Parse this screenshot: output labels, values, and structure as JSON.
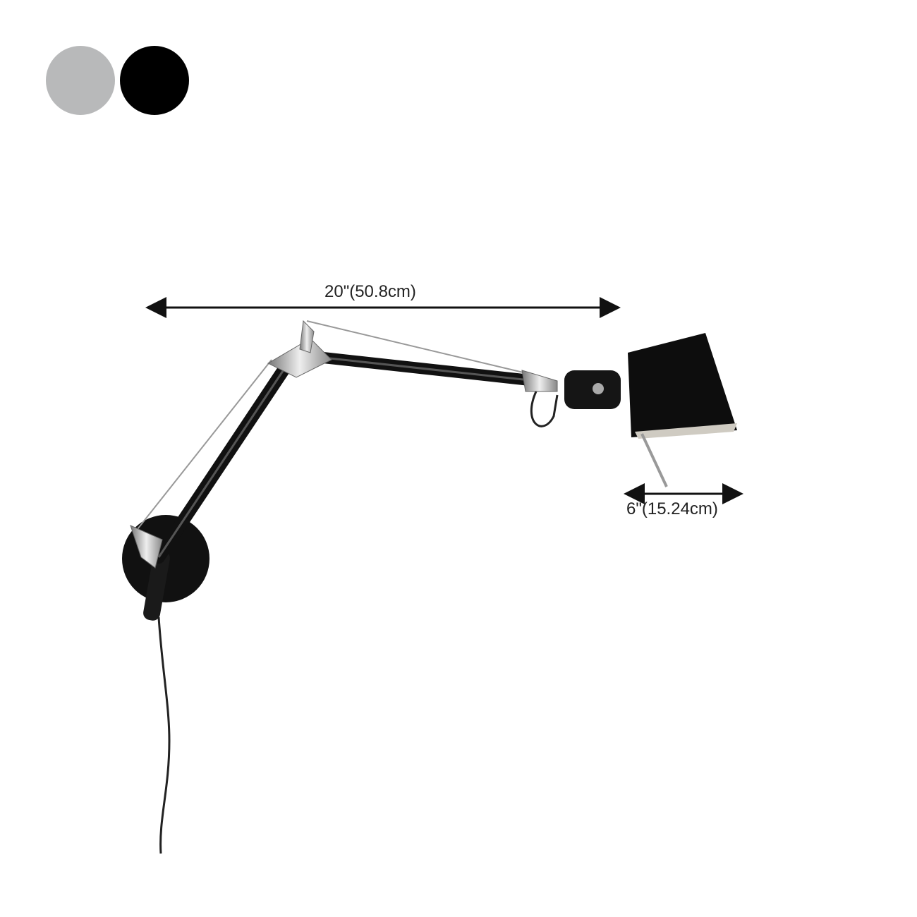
{
  "color_options": [
    {
      "name": "silver",
      "color": "#b8b9ba"
    },
    {
      "name": "black",
      "color": "#000000"
    }
  ],
  "dimensions": {
    "arm_length": "20\"(50.8cm)",
    "shade_diameter": "6\"(15.24cm)"
  }
}
